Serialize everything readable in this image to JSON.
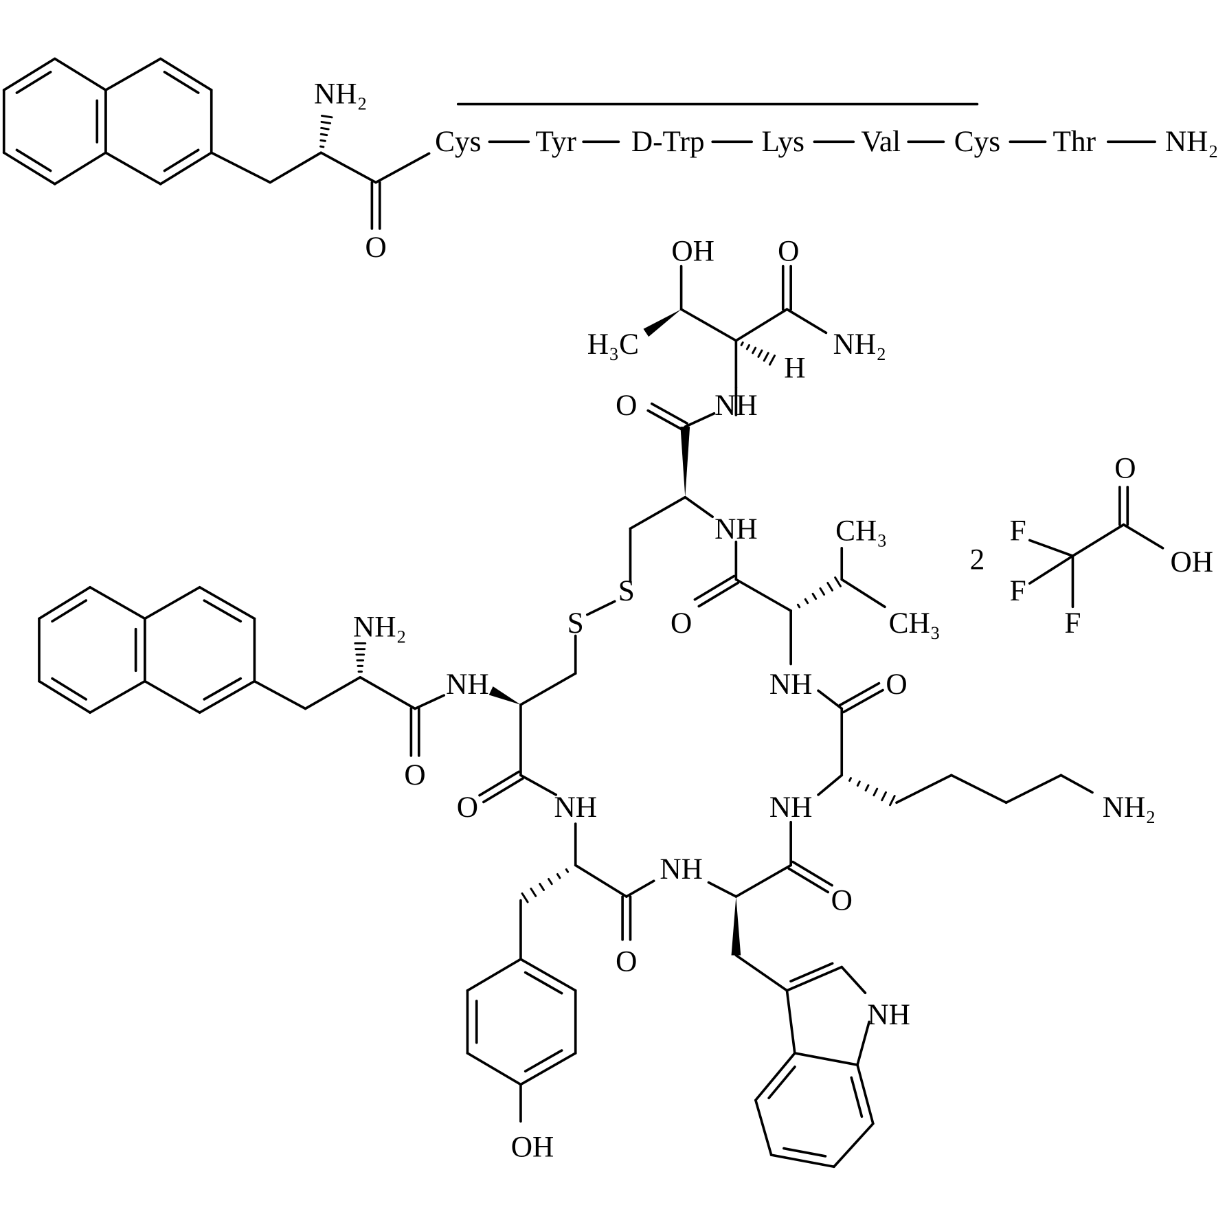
{
  "sequence": {
    "residues": [
      "Cys",
      "Tyr",
      "D-Trp",
      "Lys",
      "Val",
      "Cys",
      "Thr",
      "NH₂"
    ],
    "nh2_label": "NH₂",
    "carbonyl_o": "O"
  },
  "structure": {
    "labels": [
      "OH",
      "O",
      "H₃C",
      "NH₂",
      "H",
      "NH",
      "O",
      "NH",
      "S",
      "CH₃",
      "O",
      "CH₃",
      "S",
      "NH",
      "NH₂",
      "O",
      "O",
      "NH",
      "NH",
      "O",
      "O",
      "NH",
      "NH",
      "O",
      "NH₂",
      "NH",
      "O",
      "OH",
      "NH"
    ]
  },
  "counterion": {
    "stoichiometry": "2",
    "labels": [
      "F",
      "F",
      "F",
      "O",
      "OH"
    ]
  },
  "colors": {
    "ink": "#000000",
    "background": "#ffffff"
  }
}
